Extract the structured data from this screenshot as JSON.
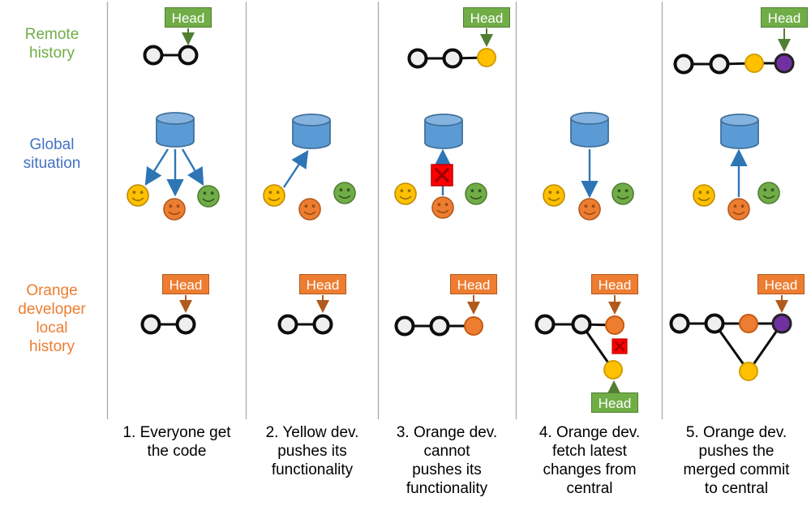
{
  "labels": {
    "head": "Head",
    "rows": [
      {
        "name": "remote-history",
        "lines": [
          "Remote",
          "history"
        ],
        "color": "#70AD47"
      },
      {
        "name": "global-situation",
        "lines": [
          "Global",
          "situation"
        ],
        "color": "#4472C4"
      },
      {
        "name": "orange-developer-local-history",
        "lines": [
          "Orange",
          "developer",
          "local",
          "history"
        ],
        "color": "#ED7D31"
      }
    ]
  },
  "captions": [
    {
      "lines": [
        "1. Everyone get",
        "the code"
      ]
    },
    {
      "lines": [
        "2. Yellow dev.",
        "pushes its",
        "functionality"
      ]
    },
    {
      "lines": [
        "3. Orange dev.",
        "cannot",
        "pushes its",
        "functionality"
      ]
    },
    {
      "lines": [
        "4. Orange dev.",
        "fetch latest",
        "changes from",
        "central"
      ]
    },
    {
      "lines": [
        "5. Orange dev.",
        "pushes the",
        "merged commit",
        "to central"
      ]
    }
  ],
  "colors": {
    "green": "#70AD47",
    "green_dark": "#507E32",
    "orange": "#ED7D31",
    "orange_dark": "#B15A1D",
    "yellow": "#FFC000",
    "purple": "#7030A0",
    "blue_fill": "#5B9BD5",
    "blue_arrow": "#2E75B6",
    "red": "#FE0000",
    "commit_fill": "#EFEFEF",
    "separator": "#ABABAB"
  },
  "icons": {
    "central_repository": "database-cylinder",
    "yellow_developer": "smiley-face-yellow",
    "orange_developer": "smiley-face-orange",
    "green_developer": "smiley-face-green",
    "push_blocked": "red-x-square"
  }
}
